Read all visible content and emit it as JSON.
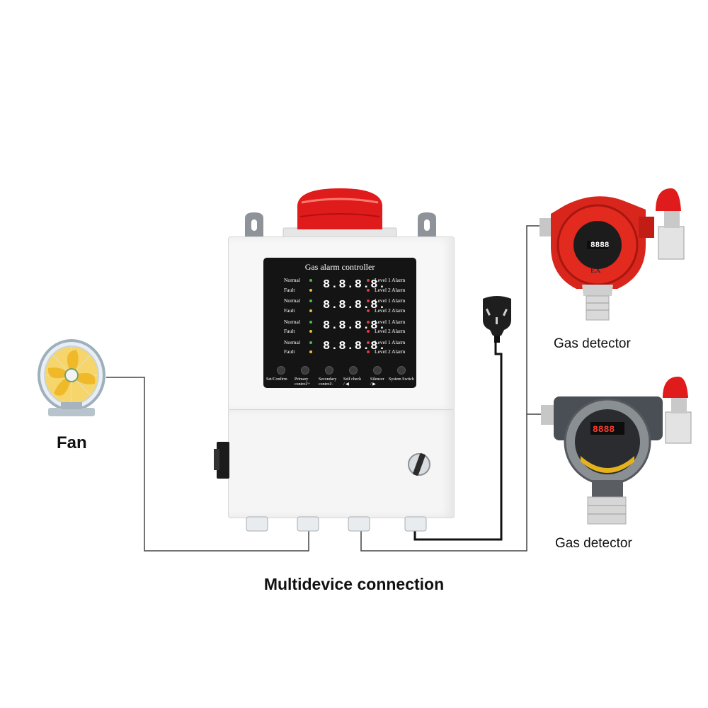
{
  "caption": "Multidevice connection",
  "fan": {
    "label": "Fan"
  },
  "detectors": [
    {
      "label": "Gas detector",
      "display": "8888",
      "badge": "EX"
    },
    {
      "label": "Gas detector",
      "display": "8888"
    }
  ],
  "controller": {
    "title": "Gas alarm controller",
    "channels": [
      {
        "left_top": "Normal",
        "left_bottom": "Fault",
        "digits": "8.8.8.8.",
        "right_top": "Level 1 Alarm",
        "right_bottom": "Level 2 Alarm"
      },
      {
        "left_top": "Normal",
        "left_bottom": "Fault",
        "digits": "8.8.8.8.",
        "right_top": "Level 1 Alarm",
        "right_bottom": "Level 2 Alarm"
      },
      {
        "left_top": "Normal",
        "left_bottom": "Fault",
        "digits": "8.8.8.8.",
        "right_top": "Level 1 Alarm",
        "right_bottom": "Level 2 Alarm"
      },
      {
        "left_top": "Normal",
        "left_bottom": "Fault",
        "digits": "8.8.8.8.",
        "right_top": "Level 1 Alarm",
        "right_bottom": "Level 2 Alarm"
      }
    ],
    "buttons": [
      {
        "line1": "Set/Confirm",
        "line2": ""
      },
      {
        "line1": "Primary",
        "line2": "control/+"
      },
      {
        "line1": "Secondary",
        "line2": "control/-"
      },
      {
        "line1": "Self check",
        "line2": "/ ◀"
      },
      {
        "line1": "Silencer",
        "line2": "/ ▶"
      },
      {
        "line1": "System Switch",
        "line2": ""
      }
    ]
  },
  "colors": {
    "alarm_light": "#e01b1b",
    "detector_red": "#d8261c",
    "detector_dark": "#4a4f55",
    "wire": "#333333",
    "panel": "#141414",
    "led_green": "#3ec24a",
    "led_yellow": "#d9c23a",
    "led_red": "#e23a3a"
  }
}
